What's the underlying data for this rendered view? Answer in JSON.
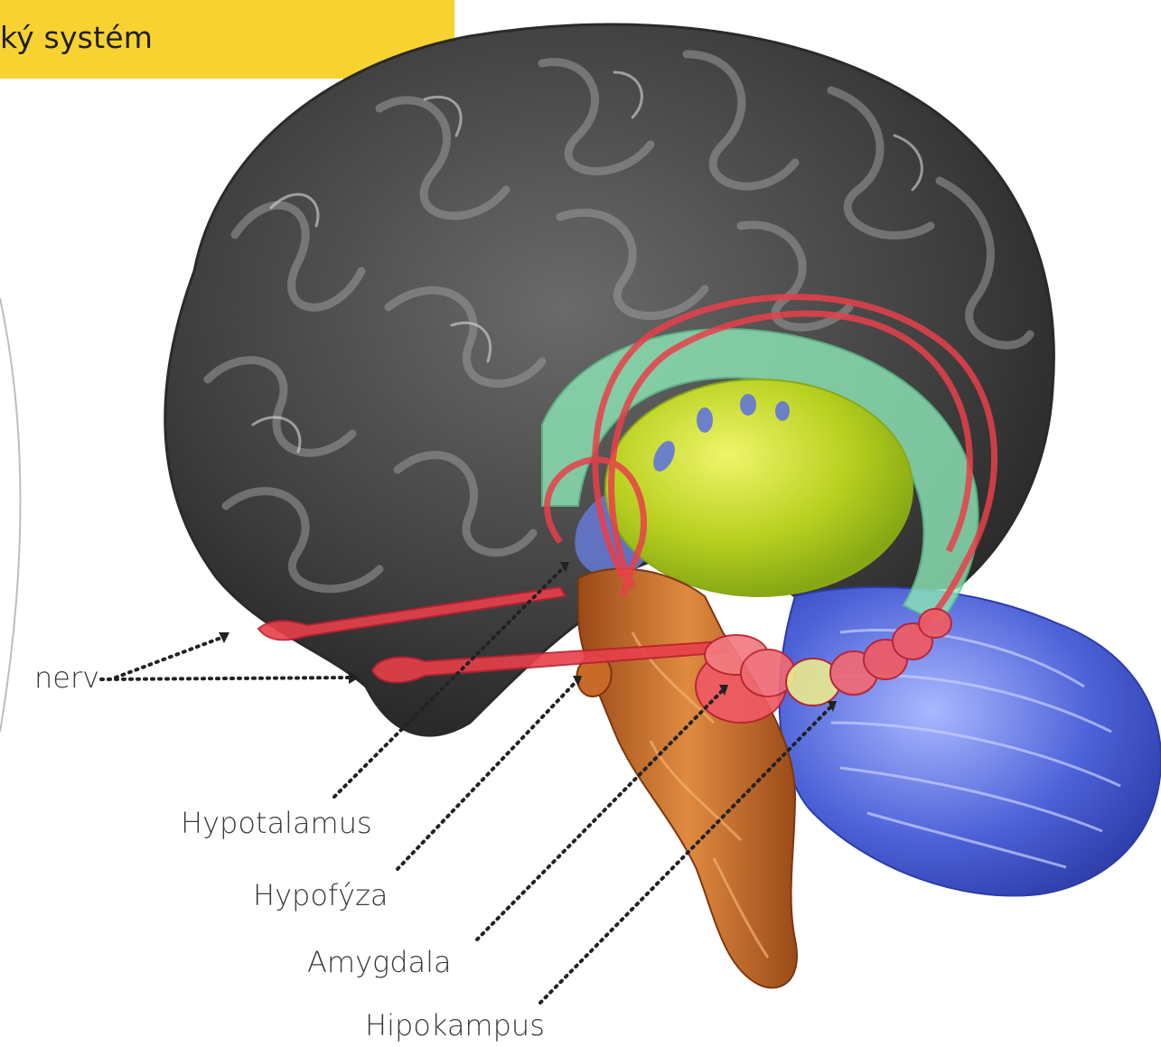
{
  "banner": {
    "title": "ký systém",
    "color": "#f8d230"
  },
  "labels": {
    "nerve": "nerv",
    "hypothalamus": "Hypotalamus",
    "pituitary": "Hypofýza",
    "amygdala": "Amygdala",
    "hippocampus": "Hipokampus"
  },
  "colors": {
    "cortex": "#4a4a4a",
    "limbic_red": "#e8404a",
    "thalamus": "#c8dc2a",
    "cingulate": "#7fe6b0",
    "brainstem": "#c86a28",
    "cerebellum": "#4a5fd0"
  }
}
